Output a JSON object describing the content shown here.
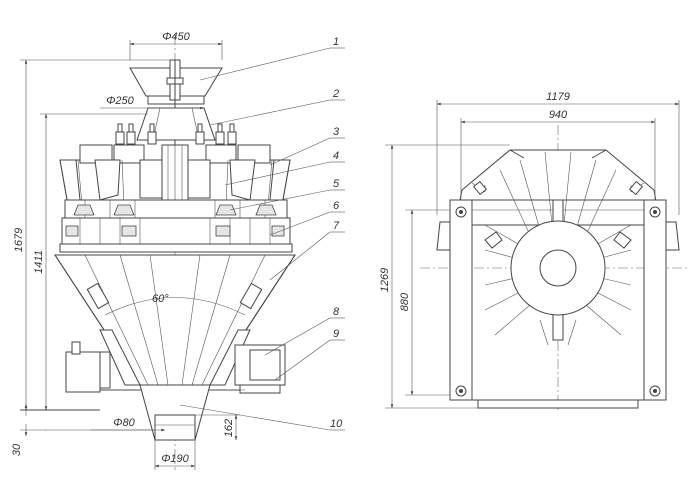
{
  "front_view": {
    "dims": {
      "top_hopper_dia": "Φ450",
      "feed_cone_dia": "Φ250",
      "total_height": "1679",
      "body_height": "1411",
      "base_offset": "30",
      "outlet_dia_80": "Φ80",
      "outlet_dia_190": "Φ190",
      "outlet_height": "162",
      "cone_angle": "60°"
    },
    "callouts": [
      "1",
      "2",
      "3",
      "4",
      "5",
      "6",
      "7",
      "8",
      "9",
      "10"
    ]
  },
  "side_view": {
    "dims": {
      "overall_width": "1179",
      "frame_width": "940",
      "overall_height": "1269",
      "frame_height": "880"
    }
  }
}
